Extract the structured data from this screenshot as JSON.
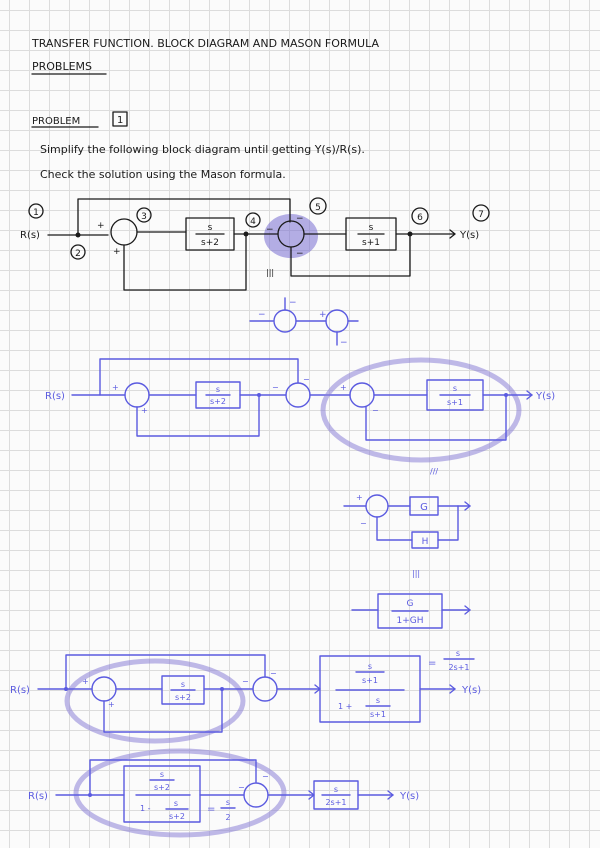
{
  "header": {
    "title": "TRANSFER FUNCTION. BLOCK DIAGRAM AND MASON FORMULA",
    "subtitle": "PROBLEMS"
  },
  "problem": {
    "label": "PROBLEM",
    "number": "1",
    "statement": "Simplify the following block diagram until getting Y(s)/R(s).",
    "check": "Check the solution using the Mason formula."
  },
  "diagram1": {
    "input": "R(s)",
    "output": "Y(s)",
    "node_labels": [
      "1",
      "2",
      "3",
      "4",
      "5",
      "6",
      "7"
    ],
    "block1": {
      "num": "s",
      "den": "s+2"
    },
    "block2": {
      "num": "s",
      "den": "s+1"
    }
  },
  "step2": {
    "input": "R(s)",
    "output": "Y(s)",
    "block1": {
      "num": "s",
      "den": "s+2"
    },
    "block2": {
      "num": "s",
      "den": "s+1"
    }
  },
  "generic": {
    "forward": "G",
    "feedback": "H",
    "result_num": "G",
    "result_den": "1+GH"
  },
  "step3": {
    "input": "R(s)",
    "output": "Y(s)",
    "block1": {
      "num": "s",
      "den": "s+2"
    },
    "big_num": "s",
    "big_den_top": "s+1",
    "big_den_prefix": "1 +",
    "big_den_num": "s",
    "big_den_den": "s+1",
    "equals": "=",
    "result_num": "s",
    "result_den": "2s+1"
  },
  "step4": {
    "input": "R(s)",
    "output": "Y(s)",
    "big_num": "s",
    "big_num_den": "s+2",
    "big_den_prefix": "1 -",
    "big_den_num": "s",
    "big_den_den": "s+2",
    "equals": "=",
    "result_num": "s",
    "result_den": "2",
    "block2": {
      "num": "s",
      "den": "2s+1"
    }
  },
  "equivalence_mark": "="
}
